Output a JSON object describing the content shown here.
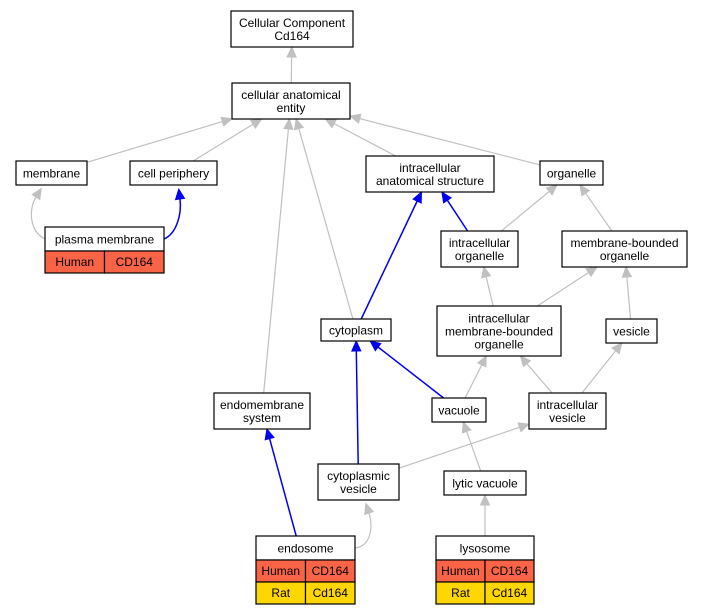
{
  "colors": {
    "human_cell": "#fa6446",
    "rat_cell": "#ffd700",
    "grey_edge": "#c0c0c0",
    "blue_edge": "#0000ee"
  },
  "nodes": {
    "root": {
      "lines": [
        "Cellular Component",
        "Cd164"
      ]
    },
    "cae": {
      "lines": [
        "cellular anatomical",
        "entity"
      ]
    },
    "mem": {
      "lines": [
        "membrane"
      ]
    },
    "cper": {
      "lines": [
        "cell periphery"
      ]
    },
    "ias": {
      "lines": [
        "intracellular",
        "anatomical structure"
      ]
    },
    "org": {
      "lines": [
        "organelle"
      ]
    },
    "pm": {
      "lines": [
        "plasma membrane"
      ],
      "annotations": [
        {
          "species": "Human",
          "gene": "CD164"
        }
      ]
    },
    "io": {
      "lines": [
        "intracellular",
        "organelle"
      ]
    },
    "mbo": {
      "lines": [
        "membrane-bounded",
        "organelle"
      ]
    },
    "cyto": {
      "lines": [
        "cytoplasm"
      ]
    },
    "imbo": {
      "lines": [
        "intracellular",
        "membrane-bounded",
        "organelle"
      ]
    },
    "ves": {
      "lines": [
        "vesicle"
      ]
    },
    "ems": {
      "lines": [
        "endomembrane",
        "system"
      ]
    },
    "vac": {
      "lines": [
        "vacuole"
      ]
    },
    "iv": {
      "lines": [
        "intracellular",
        "vesicle"
      ]
    },
    "cv": {
      "lines": [
        "cytoplasmic",
        "vesicle"
      ]
    },
    "lv": {
      "lines": [
        "lytic vacuole"
      ]
    },
    "endo": {
      "lines": [
        "endosome"
      ],
      "annotations": [
        {
          "species": "Human",
          "gene": "CD164"
        },
        {
          "species": "Rat",
          "gene": "Cd164"
        }
      ]
    },
    "lyso": {
      "lines": [
        "lysosome"
      ],
      "annotations": [
        {
          "species": "Human",
          "gene": "CD164"
        },
        {
          "species": "Rat",
          "gene": "Cd164"
        }
      ]
    }
  },
  "edges": [
    {
      "from": "cae",
      "to": "root",
      "kind": "grey"
    },
    {
      "from": "mem",
      "to": "cae",
      "kind": "grey"
    },
    {
      "from": "cper",
      "to": "cae",
      "kind": "grey"
    },
    {
      "from": "ias",
      "to": "cae",
      "kind": "grey"
    },
    {
      "from": "org",
      "to": "cae",
      "kind": "grey"
    },
    {
      "from": "pm",
      "to": "mem",
      "kind": "grey"
    },
    {
      "from": "pm",
      "to": "cper",
      "kind": "blue"
    },
    {
      "from": "io",
      "to": "ias",
      "kind": "blue"
    },
    {
      "from": "io",
      "to": "org",
      "kind": "grey"
    },
    {
      "from": "mbo",
      "to": "org",
      "kind": "grey"
    },
    {
      "from": "cyto",
      "to": "ias",
      "kind": "blue"
    },
    {
      "from": "cyto",
      "to": "cae",
      "kind": "grey"
    },
    {
      "from": "ems",
      "to": "cae",
      "kind": "grey"
    },
    {
      "from": "imbo",
      "to": "io",
      "kind": "grey"
    },
    {
      "from": "imbo",
      "to": "mbo",
      "kind": "grey"
    },
    {
      "from": "ves",
      "to": "mbo",
      "kind": "grey"
    },
    {
      "from": "vac",
      "to": "cyto",
      "kind": "blue"
    },
    {
      "from": "vac",
      "to": "imbo",
      "kind": "grey"
    },
    {
      "from": "iv",
      "to": "imbo",
      "kind": "grey"
    },
    {
      "from": "iv",
      "to": "ves",
      "kind": "grey"
    },
    {
      "from": "cv",
      "to": "cyto",
      "kind": "blue"
    },
    {
      "from": "cv",
      "to": "iv",
      "kind": "grey"
    },
    {
      "from": "lv",
      "to": "vac",
      "kind": "grey"
    },
    {
      "from": "lyso",
      "to": "lv",
      "kind": "grey"
    },
    {
      "from": "endo",
      "to": "ems",
      "kind": "blue"
    },
    {
      "from": "endo",
      "to": "cv",
      "kind": "grey"
    }
  ]
}
